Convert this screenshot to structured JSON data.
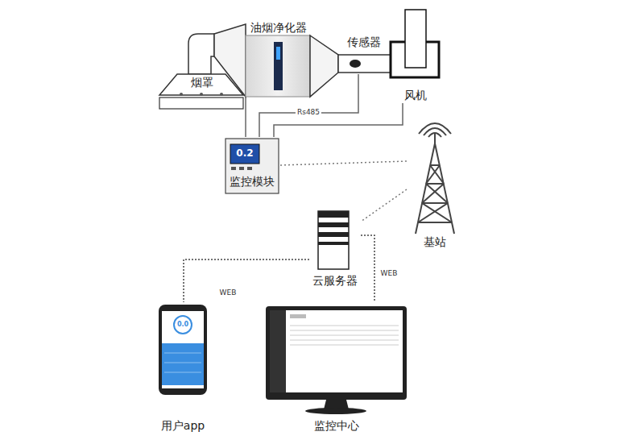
{
  "diagram": {
    "nodes": [
      {
        "text": [
          "烟罩"
        ]
      },
      {
        "text": [
          "油烟净化器"
        ]
      },
      {
        "text": [
          "传感器"
        ]
      },
      {
        "text": [
          "风机"
        ]
      },
      {
        "text": [
          "监控模块"
        ]
      },
      {
        "text": [
          "基站"
        ]
      },
      {
        "text": [
          "云服务器"
        ]
      },
      {
        "text": [
          "用户app"
        ]
      },
      {
        "text": [
          "监控中心"
        ]
      }
    ],
    "edges": [
      {
        "from": 4,
        "to": 1,
        "arrow": "none"
      },
      {
        "from": 4,
        "to": 2,
        "label": "Rs485",
        "arrow": "none"
      },
      {
        "from": 4,
        "to": 3,
        "arrow": "none"
      },
      {
        "from": 4,
        "to": 5,
        "arrow": "none"
      },
      {
        "from": 5,
        "to": 6,
        "arrow": "none"
      },
      {
        "from": 6,
        "to": 7,
        "label": "WEB",
        "arrow": "none"
      },
      {
        "from": 6,
        "to": 8,
        "label": "WEB",
        "arrow": "none"
      }
    ],
    "labels": [
      "0.2",
      "0.0"
    ]
  }
}
